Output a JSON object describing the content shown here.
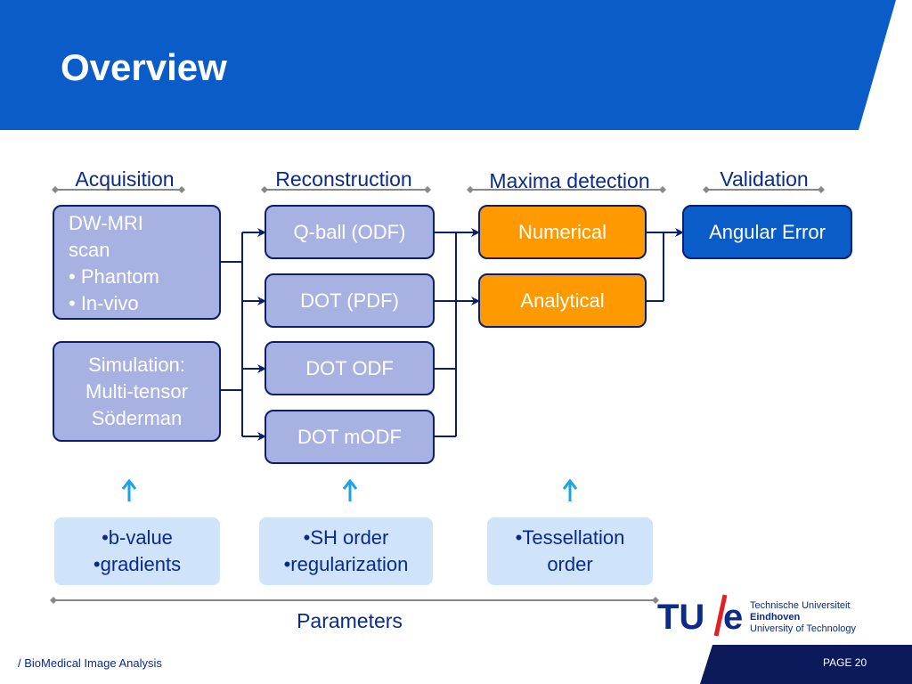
{
  "slide": {
    "title": "Overview",
    "footer_left": "/ BioMedical Image Analysis",
    "page_number": "PAGE 20"
  },
  "colors": {
    "header_blue": "#0a5dc8",
    "dark_navy": "#0a1e6e",
    "lavender": "#a7b2e3",
    "orange": "#ff9900",
    "light_blue": "#cfe3fb",
    "arrow_cyan": "#1aa3e8",
    "footer_navy": "#0c1a5c",
    "logo_red": "#e31e24"
  },
  "stages": [
    {
      "label": "Acquisition"
    },
    {
      "label": "Reconstruction"
    },
    {
      "label": "Maxima detection"
    },
    {
      "label": "Validation"
    }
  ],
  "acquisition": {
    "dwmri": [
      "DW-MRI",
      "scan",
      "• Phantom",
      "• In-vivo"
    ],
    "simulation": [
      "Simulation:",
      "Multi-tensor",
      "Söderman"
    ]
  },
  "reconstruction": [
    "Q-ball  (ODF)",
    "DOT (PDF)",
    "DOT ODF",
    "DOT mODF"
  ],
  "maxima_detection": [
    "Numerical",
    "Analytical"
  ],
  "validation": [
    "Angular Error"
  ],
  "parameters": {
    "label": "Parameters",
    "groups": [
      [
        "•b-value",
        "•gradients"
      ],
      [
        "•SH order",
        "•regularization"
      ],
      [
        "•Tessellation",
        "order"
      ]
    ]
  },
  "logo": {
    "mark_left": "TU",
    "mark_right": "e",
    "lines": [
      "Technische Universiteit",
      "Eindhoven",
      "University of Technology"
    ]
  }
}
